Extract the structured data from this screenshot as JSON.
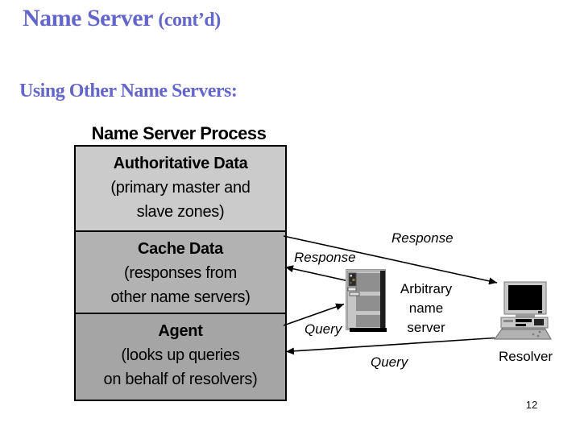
{
  "slide": {
    "title_main": "Name Server",
    "title_suffix": "(cont’d)",
    "subtitle": "Using Other Name Servers:",
    "page_number": "12"
  },
  "diagram": {
    "heading": "Name Server Process",
    "sections": [
      {
        "title": "Authoritative Data",
        "line1": "(primary master and",
        "line2": "slave zones)",
        "bg": "#cbcbcb"
      },
      {
        "title": "Cache Data",
        "line1": "(responses from",
        "line2": "other name servers)",
        "bg": "#b2b2b2"
      },
      {
        "title": "Agent",
        "line1": "(looks up queries",
        "line2": "on behalf of resolvers)",
        "bg": "#a5a5a5"
      }
    ],
    "labels": {
      "response_long": "Response",
      "response_short": "Response",
      "query_short": "Query",
      "query_long": "Query",
      "arbitrary_line1": "Arbitrary",
      "arbitrary_line2": "name",
      "arbitrary_line3": "server",
      "resolver": "Resolver"
    }
  },
  "colors": {
    "title_accent": "#6467c9",
    "arrow": "#000000",
    "section_backgrounds": [
      "#cbcbcb",
      "#b2b2b2",
      "#a5a5a5"
    ]
  }
}
